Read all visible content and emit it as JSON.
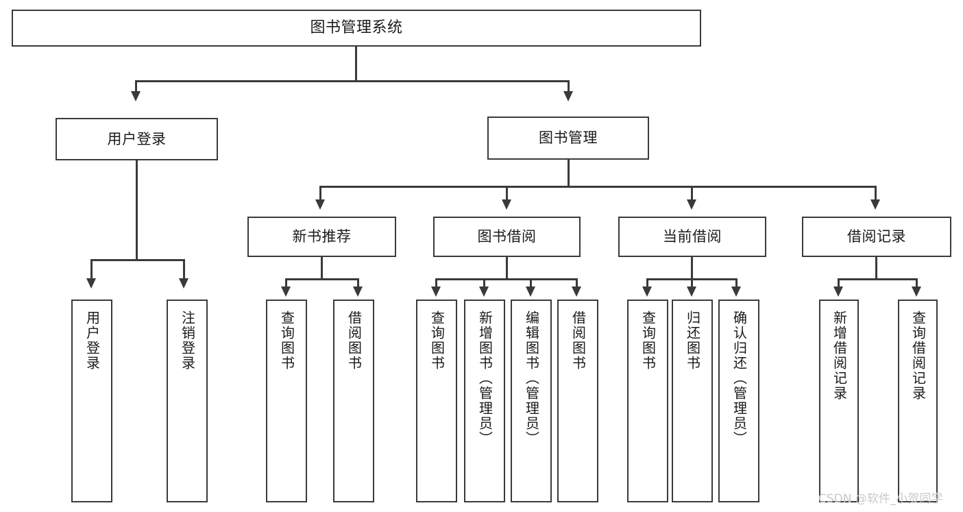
{
  "diagram": {
    "title": "图书管理系统",
    "type": "hierarchy-tree",
    "levels": {
      "root": {
        "label": "图书管理系统"
      },
      "level1": [
        {
          "label": "用户登录"
        },
        {
          "label": "图书管理"
        }
      ],
      "level2": [
        {
          "label": "新书推荐"
        },
        {
          "label": "图书借阅"
        },
        {
          "label": "当前借阅"
        },
        {
          "label": "借阅记录"
        }
      ],
      "leaves_user_login": [
        {
          "label": "用户登录"
        },
        {
          "label": "注销登录"
        }
      ],
      "leaves_new_books": [
        {
          "label": "查询图书"
        },
        {
          "label": "借阅图书"
        }
      ],
      "leaves_borrow": [
        {
          "label": "查询图书"
        },
        {
          "label": "新增图书（管理员）"
        },
        {
          "label": "编辑图书（管理员）"
        },
        {
          "label": "借阅图书"
        }
      ],
      "leaves_current": [
        {
          "label": "查询图书"
        },
        {
          "label": "归还图书"
        },
        {
          "label": "确认归还（管理员）"
        }
      ],
      "leaves_records": [
        {
          "label": "新增借阅记录"
        },
        {
          "label": "查询借阅记录"
        }
      ]
    }
  },
  "watermark": {
    "text": "CSDN @软件_小贺同学"
  },
  "colors": {
    "border": "#3a3a3a",
    "background": "#ffffff",
    "text": "#1a1a1a",
    "watermark": "#c9c9c9"
  }
}
